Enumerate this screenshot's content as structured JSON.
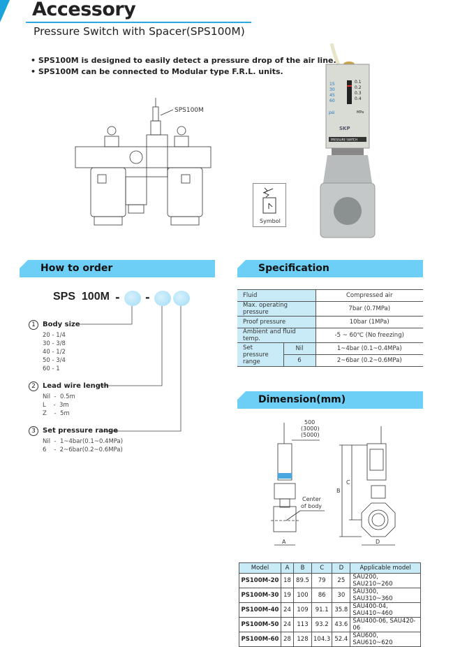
{
  "header": {
    "title": "Accessory",
    "subtitle": "Pressure Switch with Spacer(SPS100M)"
  },
  "bullets": [
    "• SPS100M is designed to easily detect a pressure drop of the air line.",
    "• SPS100M can be connected to Modular type F.R.L. units."
  ],
  "illustration": {
    "frl_label": "SPS100M",
    "symbol_label": "Symbol",
    "product_scale_psi": [
      "15",
      "30",
      "45",
      "60"
    ],
    "product_scale_mpa": [
      "0.1",
      "0.2",
      "0.3",
      "0.4"
    ],
    "psi": "psi",
    "mpa": "MPa",
    "brand": "SKP",
    "plate": "PRESSURE SWITCH"
  },
  "how_to_order": {
    "title": "How to order",
    "code": "SPS  100M",
    "dash": "-",
    "items": [
      {
        "num": "1",
        "label": "Body size",
        "options": [
          "20 - 1/4",
          "30 - 3/8",
          "40 - 1/2",
          "50 - 3/4",
          "60 - 1"
        ]
      },
      {
        "num": "2",
        "label": "Lead wire length",
        "options": [
          "Nil  -  0.5m",
          "L    -  3m",
          "Z    -  5m"
        ]
      },
      {
        "num": "3",
        "label": "Set pressure range",
        "options": [
          "Nil  -  1~4bar(0.1~0.4MPa)",
          "6    -  2~6bar(0.2~0.6MPa)"
        ]
      }
    ]
  },
  "specification": {
    "title": "Specification",
    "rows": [
      {
        "label": "Fluid",
        "value": "Compressed air"
      },
      {
        "label": "Max. operating pressure",
        "value": "7bar (0.7MPa)"
      },
      {
        "label": "Proof pressure",
        "value": "10bar (1MPa)"
      },
      {
        "label": "Ambient and fluid temp.",
        "value": "-5 ~ 60℃ (No freezing)"
      }
    ],
    "range_label": "Set pressure range",
    "range": [
      {
        "code": "Nil",
        "value": "1~4bar (0.1~0.4MPa)"
      },
      {
        "code": "6",
        "value": "2~6bar (0.2~0.6MPa)"
      }
    ]
  },
  "dimension": {
    "title": "Dimension(mm)",
    "wire": [
      "500",
      "(3000)",
      "(5000)"
    ],
    "center": [
      "Center",
      "of body"
    ],
    "letters": {
      "A": "A",
      "B": "B",
      "C": "C",
      "D": "D"
    },
    "table": {
      "headers": [
        "Model",
        "A",
        "B",
        "C",
        "D",
        "Applicable model"
      ],
      "rows": [
        [
          "PS100M-20",
          "18",
          "89.5",
          "79",
          "25",
          "SAU200, SAU210~260"
        ],
        [
          "PS100M-30",
          "19",
          "100",
          "86",
          "30",
          "SAU300, SAU310~360"
        ],
        [
          "PS100M-40",
          "24",
          "109",
          "91.1",
          "35.8",
          "SAU400-04, SAU410~460"
        ],
        [
          "PS100M-50",
          "24",
          "113",
          "93.2",
          "43.6",
          "SAU400-06, SAU420-06"
        ],
        [
          "PS100M-60",
          "28",
          "128",
          "104.3",
          "52.4",
          "SAU600, SAU610~620"
        ]
      ]
    }
  }
}
